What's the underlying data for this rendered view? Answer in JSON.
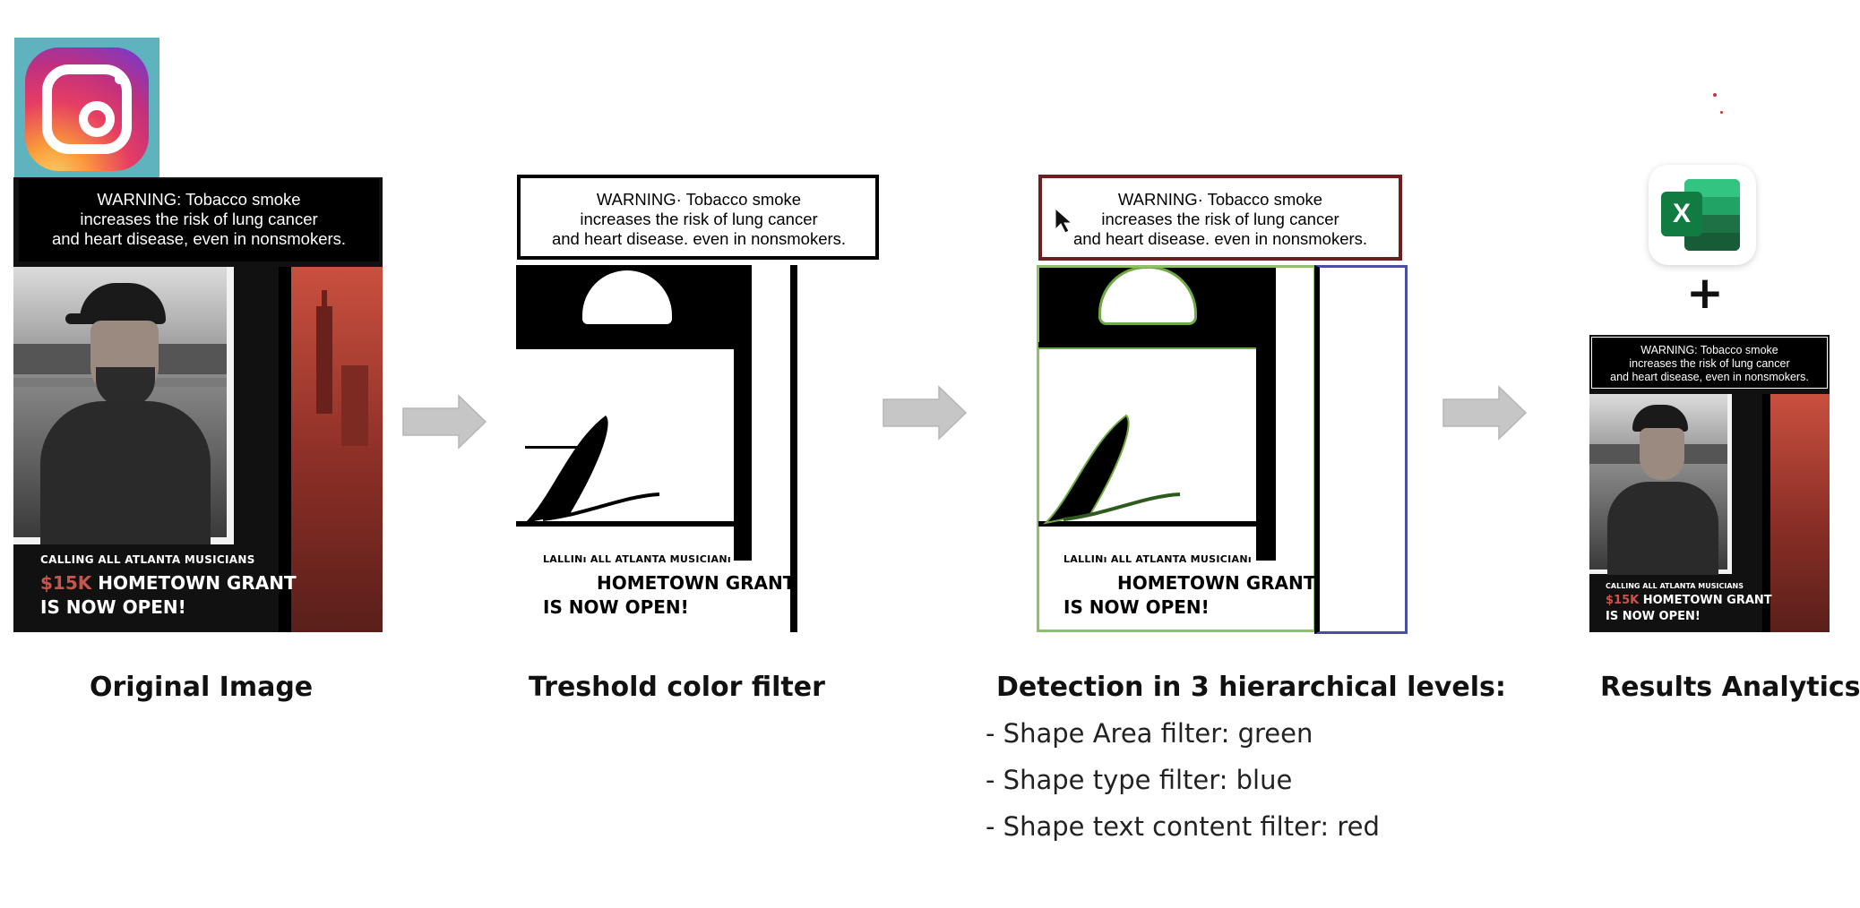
{
  "steps": [
    {
      "label": "Original Image"
    },
    {
      "label": "Treshold color filter"
    },
    {
      "label": "Detection in 3 hierarchical levels:"
    },
    {
      "label": "Results Analytics"
    }
  ],
  "detection_filters": [
    "- Shape Area filter: green",
    "- Shape type filter: blue",
    "- Shape text content filter: red"
  ],
  "poster": {
    "warning_lines": [
      "WARNING: Tobacco smoke",
      "increases the risk of lung cancer",
      "and heart disease, even in nonsmokers."
    ],
    "warning_lines_filtered": [
      "WARNING· Tobacco smoke",
      "increases the risk of lung cancer",
      "and heart disease. even in nonsmokers."
    ],
    "calling": "CALLING ALL ATLANTA MUSICIANS",
    "calling_filtered": "LALLINı ALL ATLANTA MUSICIANı",
    "amount": "$15K",
    "grant": "HOMETOWN GRANT",
    "open": "IS NOW OPEN!"
  },
  "plus_sign": "+",
  "excel_letter": "X",
  "colors": {
    "area_green": "#6fa844",
    "type_blue": "#4a4fa0",
    "text_red": "#8a2a2a",
    "accent_red": "#b33a2e",
    "arrow_gray": "#c4c4c4",
    "excel_green": "#1e7145"
  }
}
